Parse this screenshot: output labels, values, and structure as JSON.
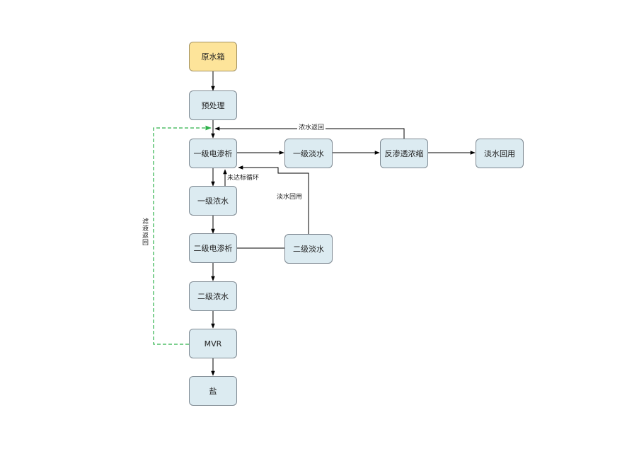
{
  "colors": {
    "node_fill": "#dcebf1",
    "source_fill": "#fde49a",
    "edge": "#000000",
    "return_edge": "#2db24a"
  },
  "nodes": {
    "raw_tank": "原水箱",
    "pretreatment": "预处理",
    "ed1": "一级电渗析",
    "fresh1": "一级淡水",
    "ro": "反渗透浓缩",
    "reuse": "淡水回用",
    "conc1": "一级浓水",
    "ed2": "二级电渗析",
    "fresh2": "二级淡水",
    "conc2": "二级浓水",
    "mvr": "MVR",
    "salt": "盐"
  },
  "edge_labels": {
    "conc_return": "浓水返回",
    "uncompliant_cycle": "未达标循环",
    "fresh_reuse": "淡水回用",
    "filtrate_return": "滤液返回"
  }
}
